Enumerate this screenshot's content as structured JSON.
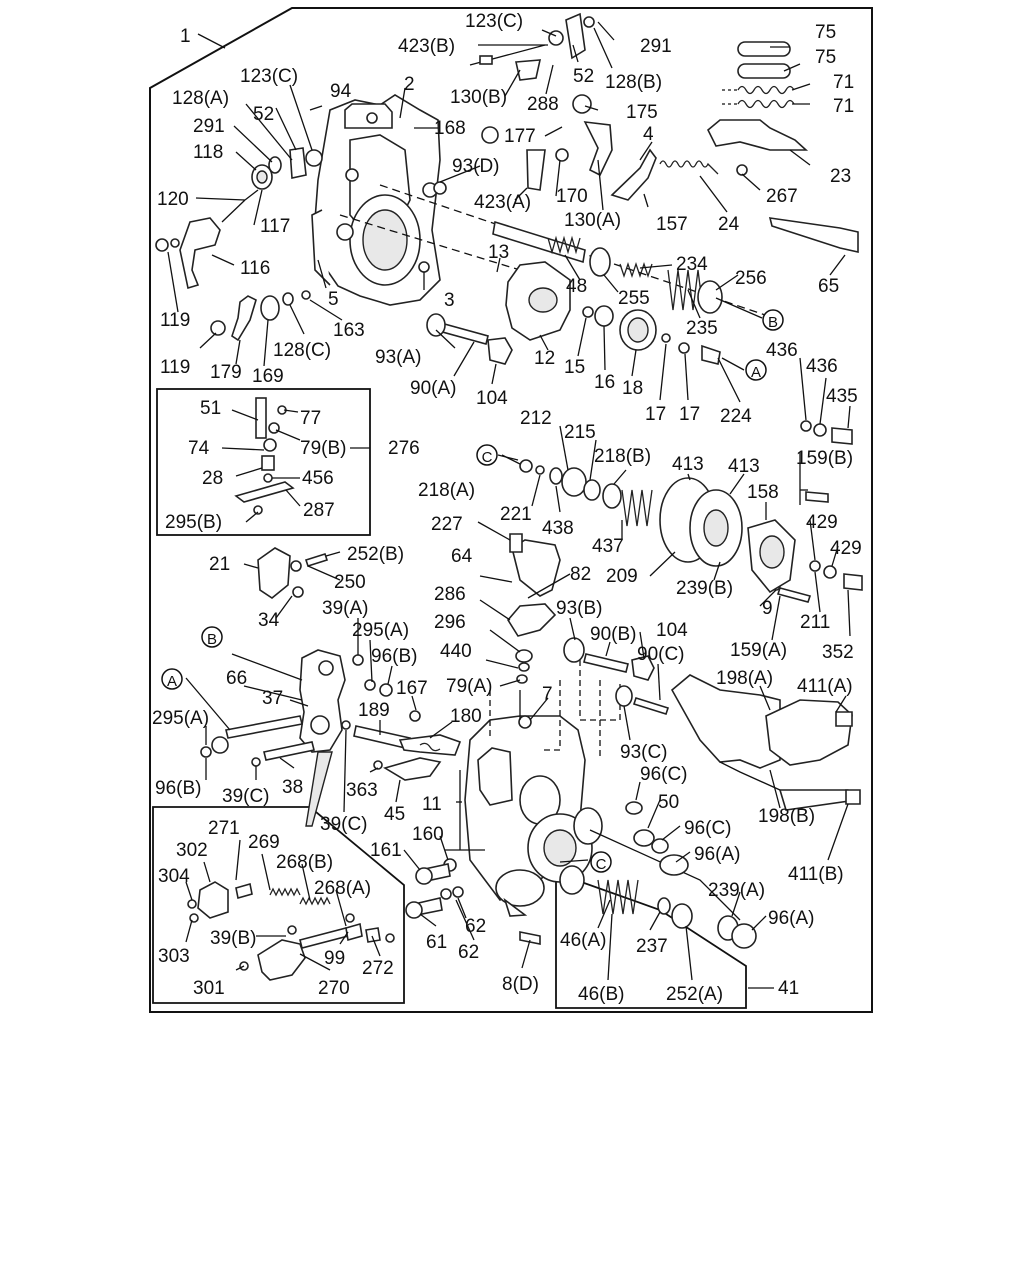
{
  "labels": [
    {
      "id": "l1",
      "text": "1"
    },
    {
      "id": "l123c_top",
      "text": "123(C)"
    },
    {
      "id": "l291_top",
      "text": "291"
    },
    {
      "id": "l423b",
      "text": "423(B)"
    },
    {
      "id": "l52_top",
      "text": "52"
    },
    {
      "id": "l128b",
      "text": "128(B)"
    },
    {
      "id": "l75a",
      "text": "75"
    },
    {
      "id": "l75b",
      "text": "75"
    },
    {
      "id": "l71a",
      "text": "71"
    },
    {
      "id": "l71b",
      "text": "71"
    },
    {
      "id": "l123c_left",
      "text": "123(C)"
    },
    {
      "id": "l94",
      "text": "94"
    },
    {
      "id": "l2",
      "text": "2"
    },
    {
      "id": "l130b",
      "text": "130(B)"
    },
    {
      "id": "l288",
      "text": "288"
    },
    {
      "id": "l175",
      "text": "175"
    },
    {
      "id": "l128a",
      "text": "128(A)"
    },
    {
      "id": "l52_left",
      "text": "52"
    },
    {
      "id": "l168",
      "text": "168"
    },
    {
      "id": "l177",
      "text": "177"
    },
    {
      "id": "l4",
      "text": "4"
    },
    {
      "id": "l291_left",
      "text": "291"
    },
    {
      "id": "l118",
      "text": "118"
    },
    {
      "id": "l93d",
      "text": "93(D)"
    },
    {
      "id": "l23",
      "text": "23"
    },
    {
      "id": "l120",
      "text": "120"
    },
    {
      "id": "l423a",
      "text": "423(A)"
    },
    {
      "id": "l170",
      "text": "170"
    },
    {
      "id": "l267",
      "text": "267"
    },
    {
      "id": "l117",
      "text": "117"
    },
    {
      "id": "l130a",
      "text": "130(A)"
    },
    {
      "id": "l157",
      "text": "157"
    },
    {
      "id": "l24",
      "text": "24"
    },
    {
      "id": "l13",
      "text": "13"
    },
    {
      "id": "l116",
      "text": "116"
    },
    {
      "id": "l234",
      "text": "234"
    },
    {
      "id": "l256",
      "text": "256"
    },
    {
      "id": "l48",
      "text": "48"
    },
    {
      "id": "l65",
      "text": "65"
    },
    {
      "id": "l5",
      "text": "5"
    },
    {
      "id": "l3",
      "text": "3"
    },
    {
      "id": "l255",
      "text": "255"
    },
    {
      "id": "l119a",
      "text": "119"
    },
    {
      "id": "l163",
      "text": "163"
    },
    {
      "id": "l235",
      "text": "235"
    },
    {
      "id": "l128c",
      "text": "128(C)"
    },
    {
      "id": "l93a",
      "text": "93(A)"
    },
    {
      "id": "l12",
      "text": "12"
    },
    {
      "id": "l15",
      "text": "15"
    },
    {
      "id": "l16",
      "text": "16"
    },
    {
      "id": "l18",
      "text": "18"
    },
    {
      "id": "l119b",
      "text": "119"
    },
    {
      "id": "l179",
      "text": "179"
    },
    {
      "id": "l169",
      "text": "169"
    },
    {
      "id": "l436a",
      "text": "436"
    },
    {
      "id": "l436b",
      "text": "436"
    },
    {
      "id": "l90a",
      "text": "90(A)"
    },
    {
      "id": "l104_top",
      "text": "104"
    },
    {
      "id": "l17a",
      "text": "17"
    },
    {
      "id": "l17b",
      "text": "17"
    },
    {
      "id": "l224",
      "text": "224"
    },
    {
      "id": "l435",
      "text": "435"
    },
    {
      "id": "l51",
      "text": "51"
    },
    {
      "id": "l77",
      "text": "77"
    },
    {
      "id": "l79b",
      "text": "79(B)"
    },
    {
      "id": "l276",
      "text": "276"
    },
    {
      "id": "l74",
      "text": "74"
    },
    {
      "id": "l212",
      "text": "212"
    },
    {
      "id": "l215",
      "text": "215"
    },
    {
      "id": "l159b",
      "text": "159(B)"
    },
    {
      "id": "l28",
      "text": "28"
    },
    {
      "id": "l456",
      "text": "456"
    },
    {
      "id": "l218b",
      "text": "218(B)"
    },
    {
      "id": "l413a",
      "text": "413"
    },
    {
      "id": "l413b",
      "text": "413"
    },
    {
      "id": "l218a",
      "text": "218(A)"
    },
    {
      "id": "l158",
      "text": "158"
    },
    {
      "id": "l287",
      "text": "287"
    },
    {
      "id": "l221",
      "text": "221"
    },
    {
      "id": "l438",
      "text": "438"
    },
    {
      "id": "l295b",
      "text": "295(B)"
    },
    {
      "id": "l429a",
      "text": "429"
    },
    {
      "id": "l227",
      "text": "227"
    },
    {
      "id": "l437",
      "text": "437"
    },
    {
      "id": "l429b",
      "text": "429"
    },
    {
      "id": "l21",
      "text": "21"
    },
    {
      "id": "l252b",
      "text": "252(B)"
    },
    {
      "id": "l64",
      "text": "64"
    },
    {
      "id": "l209",
      "text": "209"
    },
    {
      "id": "l82",
      "text": "82"
    },
    {
      "id": "l250",
      "text": "250"
    },
    {
      "id": "l239b",
      "text": "239(B)"
    },
    {
      "id": "l286",
      "text": "286"
    },
    {
      "id": "l9",
      "text": "9"
    },
    {
      "id": "l211",
      "text": "211"
    },
    {
      "id": "l34",
      "text": "34"
    },
    {
      "id": "l39a",
      "text": "39(A)"
    },
    {
      "id": "l93b",
      "text": "93(B)"
    },
    {
      "id": "l296",
      "text": "296"
    },
    {
      "id": "l295a_mid",
      "text": "295(A)"
    },
    {
      "id": "l104_mid",
      "text": "104"
    },
    {
      "id": "l159a",
      "text": "159(A)"
    },
    {
      "id": "l90b",
      "text": "90(B)"
    },
    {
      "id": "l352",
      "text": "352"
    },
    {
      "id": "l96b_mid",
      "text": "96(B)"
    },
    {
      "id": "l440",
      "text": "440"
    },
    {
      "id": "l90c",
      "text": "90(C)"
    },
    {
      "id": "l66",
      "text": "66"
    },
    {
      "id": "l198a",
      "text": "198(A)"
    },
    {
      "id": "l411a",
      "text": "411(A)"
    },
    {
      "id": "l167",
      "text": "167"
    },
    {
      "id": "l79a",
      "text": "79(A)"
    },
    {
      "id": "l7",
      "text": "7"
    },
    {
      "id": "l37",
      "text": "37"
    },
    {
      "id": "l189",
      "text": "189"
    },
    {
      "id": "l180",
      "text": "180"
    },
    {
      "id": "l295a_left",
      "text": "295(A)"
    },
    {
      "id": "l93c",
      "text": "93(C)"
    },
    {
      "id": "l96c_a",
      "text": "96(C)"
    },
    {
      "id": "l96b_left",
      "text": "96(B)"
    },
    {
      "id": "l39c_a",
      "text": "39(C)"
    },
    {
      "id": "l38",
      "text": "38"
    },
    {
      "id": "l363",
      "text": "363"
    },
    {
      "id": "l50",
      "text": "50"
    },
    {
      "id": "l198b",
      "text": "198(B)"
    },
    {
      "id": "l271",
      "text": "271"
    },
    {
      "id": "l39c_b",
      "text": "39(C)"
    },
    {
      "id": "l45",
      "text": "45"
    },
    {
      "id": "l11",
      "text": "11"
    },
    {
      "id": "l96c_b",
      "text": "96(C)"
    },
    {
      "id": "l269",
      "text": "269"
    },
    {
      "id": "l302",
      "text": "302"
    },
    {
      "id": "l160",
      "text": "160"
    },
    {
      "id": "l96a_mid",
      "text": "96(A)"
    },
    {
      "id": "l268b",
      "text": "268(B)"
    },
    {
      "id": "l161",
      "text": "161"
    },
    {
      "id": "l411b",
      "text": "411(B)"
    },
    {
      "id": "l304",
      "text": "304"
    },
    {
      "id": "l268a",
      "text": "268(A)"
    },
    {
      "id": "l239a",
      "text": "239(A)"
    },
    {
      "id": "l96a_right",
      "text": "96(A)"
    },
    {
      "id": "l61",
      "text": "61"
    },
    {
      "id": "l62a",
      "text": "62"
    },
    {
      "id": "l46a",
      "text": "46(A)"
    },
    {
      "id": "l39b",
      "text": "39(B)"
    },
    {
      "id": "l237",
      "text": "237"
    },
    {
      "id": "l62b",
      "text": "62"
    },
    {
      "id": "l303",
      "text": "303"
    },
    {
      "id": "l99",
      "text": "99"
    },
    {
      "id": "l272",
      "text": "272"
    },
    {
      "id": "l8d",
      "text": "8(D)"
    },
    {
      "id": "l301",
      "text": "301"
    },
    {
      "id": "l270",
      "text": "270"
    },
    {
      "id": "l46b",
      "text": "46(B)"
    },
    {
      "id": "l252a",
      "text": "252(A)"
    },
    {
      "id": "l41",
      "text": "41"
    }
  ],
  "markers": [
    {
      "id": "mB_right",
      "text": "B"
    },
    {
      "id": "mA_right",
      "text": "A"
    },
    {
      "id": "mC_mid",
      "text": "C"
    },
    {
      "id": "mB_left",
      "text": "B"
    },
    {
      "id": "mA_left",
      "text": "A"
    },
    {
      "id": "mC_low",
      "text": "C"
    }
  ]
}
